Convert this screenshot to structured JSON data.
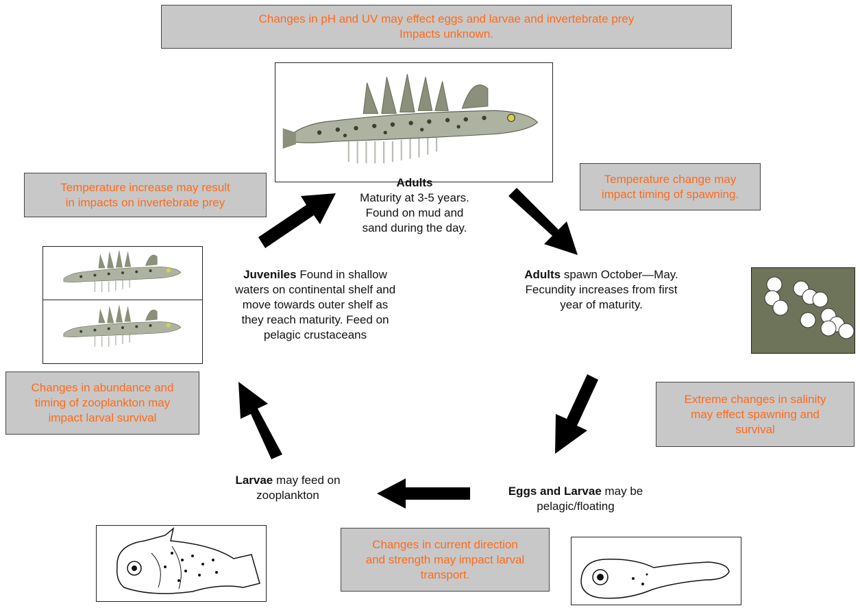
{
  "boxes": {
    "ph_uv": [
      "Changes in pH and UV may effect eggs and larvae and invertebrate prey",
      "Impacts unknown."
    ],
    "temp_prey": [
      "Temperature increase may result",
      "in impacts on invertebrate prey"
    ],
    "temp_spawn": [
      "Temperature change may",
      "impact timing of spawning."
    ],
    "zooplankton": [
      "Changes in abundance and",
      "timing of zooplankton may",
      "impact larval survival"
    ],
    "salinity": [
      "Extreme changes in salinity",
      "may effect spawning and",
      "survival"
    ],
    "current": [
      "Changes in current direction",
      "and strength may impact larval",
      "transport."
    ]
  },
  "stages": {
    "adults": {
      "title": "Adults",
      "lines": [
        "Maturity at 3-5 years.",
        "Found on mud and",
        "sand during the day."
      ]
    },
    "spawn": {
      "title": "Adults",
      "rest": " spawn October—May.",
      "lines": [
        "Fecundity increases  from first",
        "year of maturity."
      ]
    },
    "juveniles": {
      "title": "Juveniles",
      "rest": "  Found in shallow",
      "lines": [
        "waters on continental shelf and",
        "move towards outer shelf as",
        "they reach maturity.  Feed on",
        "pelagic crustaceans"
      ]
    },
    "eggs": {
      "title": "Eggs and Larvae",
      "rest": " may be",
      "lines": [
        "pelagic/floating"
      ]
    },
    "larvae": {
      "title": "Larvae",
      "rest": " may feed on",
      "lines": [
        "zooplankton"
      ]
    }
  },
  "colors": {
    "box_fill": "#c8c8c8",
    "box_text": "#ff6a1a",
    "arrow": "#000000",
    "egg_bg": "#6e7459"
  }
}
